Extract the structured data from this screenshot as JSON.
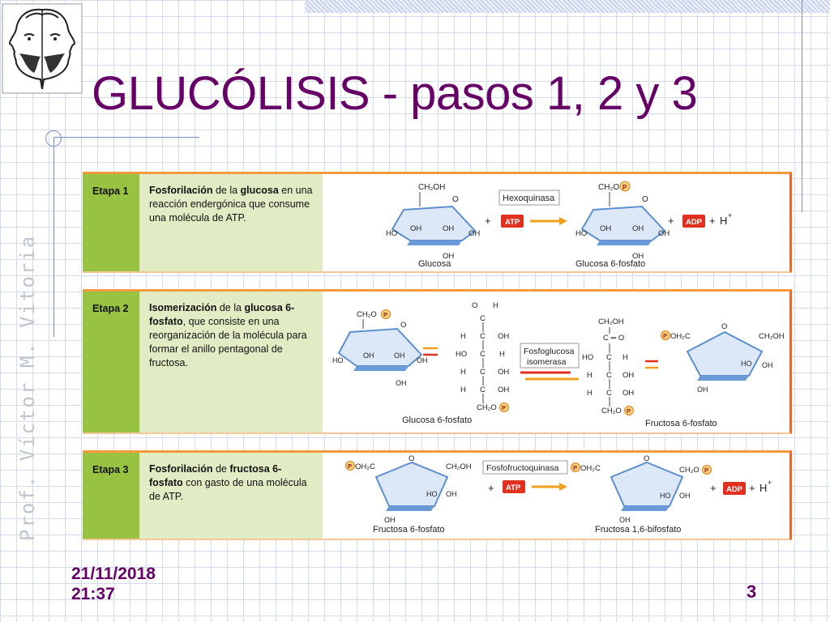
{
  "slide": {
    "title": "GLUCÓLISIS - pasos 1, 2 y 3",
    "author_watermark": "Prof. Víctor M. Vitoria",
    "date": "21/11/2018",
    "time": "21:37",
    "page_number": "3"
  },
  "colors": {
    "title": "#660066",
    "stage_green": "#98c242",
    "desc_green": "#e1ecc4",
    "panel_border": "#e86a28",
    "ring_blue": "#5d8fd0",
    "atp_red": "#e03020",
    "arrow_orange": "#f0a020"
  },
  "stages": [
    {
      "label": "Etapa 1",
      "desc_parts": [
        {
          "text": "Fosforilación",
          "bold": true
        },
        {
          "text": " de la ",
          "bold": false
        },
        {
          "text": "glucosa",
          "bold": true
        },
        {
          "text": " en una reacción endergónica que consume una molécula de ATP.",
          "bold": false
        }
      ],
      "enzyme": "Hexoquinasa",
      "cofactor_in": "ATP",
      "cofactor_out": "ADP",
      "extra_product": "H",
      "substrate_name": "Glucosa",
      "product_name": "Glucosa 6-fosfato",
      "substrate_top_group": "CH₂OH",
      "product_top_group": "CH₂O",
      "phosphate_label": "P",
      "oh": "OH",
      "ho": "HO",
      "ring_o": "O",
      "plus": "+"
    },
    {
      "label": "Etapa 2",
      "desc_parts": [
        {
          "text": "Isomerización",
          "bold": true
        },
        {
          "text": " de la ",
          "bold": false
        },
        {
          "text": "glucosa 6-fosfato",
          "bold": true
        },
        {
          "text": ", que consiste en una reorganización de la molécula para formar el anillo pentagonal de fructosa.",
          "bold": false
        }
      ],
      "enzyme_line1": "Fosfoglucosa",
      "enzyme_line2": "isomerasa",
      "substrate_name": "Glucosa 6-fosfato",
      "product_name": "Fructosa 6-fosfato",
      "substrate_top_group": "CH₂O",
      "open_chain_top": "CH₂OH",
      "open_chain_bottom": "CH₂O",
      "product_left_group": "OH₂C",
      "product_right_group": "CH₂OH",
      "c_label": "C",
      "h_label": "H",
      "o_label": "O",
      "c_eq_o": "C ═ O",
      "phosphate_label": "P",
      "oh": "OH",
      "ho": "HO"
    },
    {
      "label": "Etapa 3",
      "desc_parts": [
        {
          "text": "Fosforilación",
          "bold": true
        },
        {
          "text": " de ",
          "bold": false
        },
        {
          "text": "fructosa 6-fosfato",
          "bold": true
        },
        {
          "text": " con gasto de una molécula de ATP.",
          "bold": false
        }
      ],
      "enzyme": "Fosfofructoquinasa",
      "cofactor_in": "ATP",
      "cofactor_out": "ADP",
      "extra_product": "H",
      "substrate_name": "Fructosa 6-fosfato",
      "product_name": "Fructosa 1,6-bifosfato",
      "left_group": "OH₂C",
      "substrate_right_group": "CH₂OH",
      "product_right_group": "CH₂O",
      "phosphate_label": "P",
      "oh": "OH",
      "ho": "HO",
      "ring_o": "O",
      "plus": "+"
    }
  ]
}
